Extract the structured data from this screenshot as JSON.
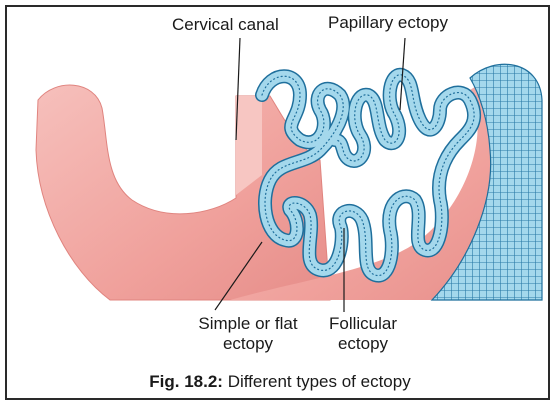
{
  "labels": {
    "cervical_canal": "Cervical canal",
    "papillary_ectopy": "Papillary ectopy",
    "simple_line1": "Simple or flat",
    "simple_line2": "ectopy",
    "follicular_line1": "Follicular",
    "follicular_line2": "ectopy"
  },
  "caption": {
    "number": "Fig. 18.2:",
    "text": " Different types of ectopy"
  },
  "colors": {
    "tissue": "#f2a9a4",
    "tissue_dark": "#e48c88",
    "epithelium": "#9fd6ea",
    "epithelium_line": "#1f6f9c",
    "border": "#2a2a2a"
  }
}
